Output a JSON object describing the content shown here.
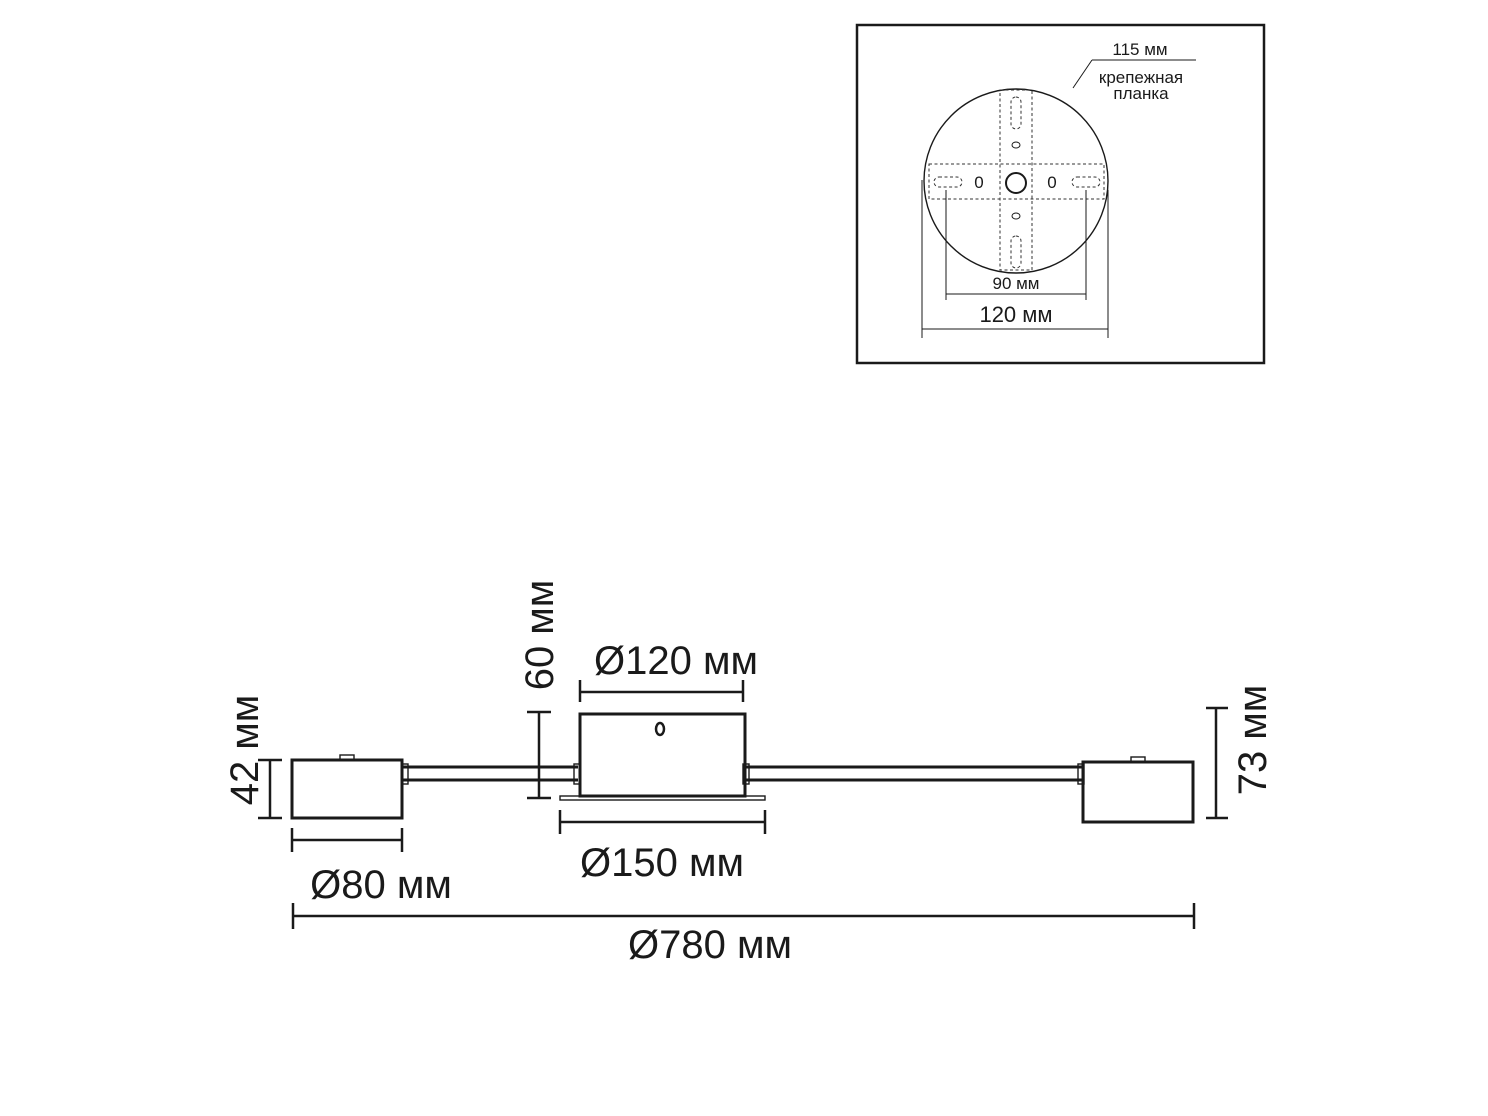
{
  "inset": {
    "label_115": "115 мм",
    "label_plate_line1": "крепежная",
    "label_plate_line2": "планка",
    "label_90": "90 мм",
    "label_120": "120 мм",
    "hole_mark_left": "0",
    "hole_mark_right": "0"
  },
  "main": {
    "label_60": "60 мм",
    "label_d120": "Ø120 мм",
    "label_42": "42 мм",
    "label_73": "73 мм",
    "label_d80": "Ø80 мм",
    "label_d150": "Ø150 мм",
    "label_d780": "Ø780 мм"
  }
}
